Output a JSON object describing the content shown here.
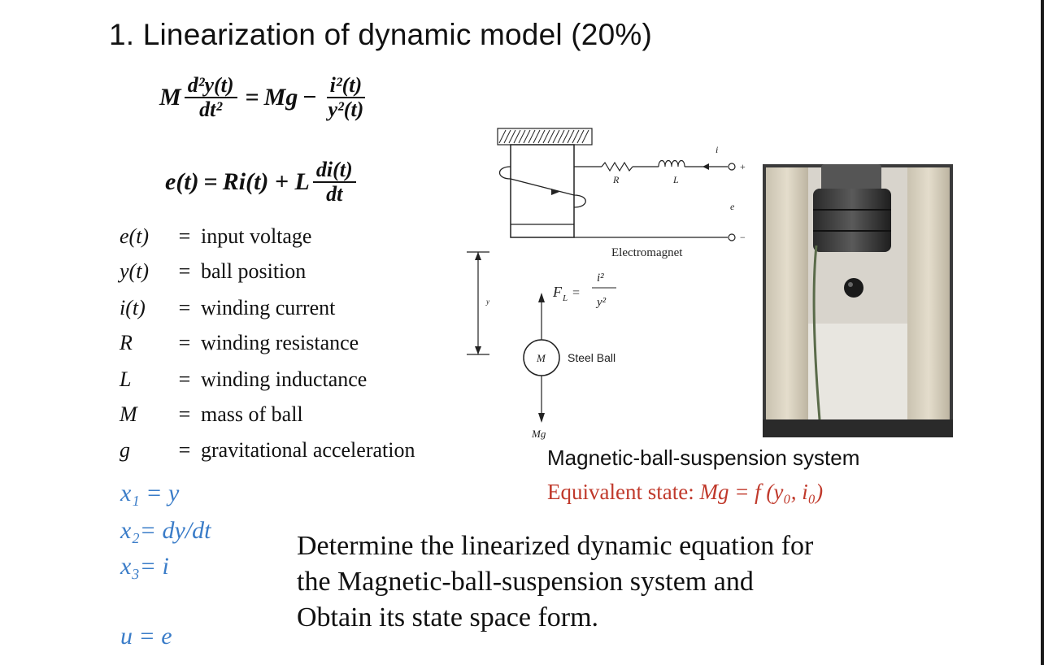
{
  "heading": "1. Linearization of dynamic model (20%)",
  "equation1": {
    "lhs_coef": "M",
    "lhs_num": "d²y(t)",
    "lhs_den": "dt²",
    "equals": "=",
    "rhs_term": "Mg",
    "minus": "−",
    "rhs_num": "i²(t)",
    "rhs_den": "y²(t)"
  },
  "equation2": {
    "lhs": "e(t)",
    "equals": "=",
    "term1": "Ri(t) + L",
    "frac_num": "di(t)",
    "frac_den": "dt"
  },
  "definitions": [
    {
      "symbol": "e(t)",
      "sign": "=",
      "text": "input voltage"
    },
    {
      "symbol": "y(t)",
      "sign": "=",
      "text": "ball position"
    },
    {
      "symbol": "i(t)",
      "sign": "=",
      "text": "winding current"
    },
    {
      "symbol": "R",
      "sign": "=",
      "text": "winding resistance"
    },
    {
      "symbol": "L",
      "sign": "=",
      "text": "winding inductance"
    },
    {
      "symbol": "M",
      "sign": "=",
      "text": "mass of ball"
    },
    {
      "symbol": "g",
      "sign": "=",
      "text": "gravitational acceleration"
    }
  ],
  "state_vars": {
    "x1": "x₁ = y",
    "x2": "x₂= dy/dt",
    "x3": "x₃= i",
    "u": "u = e"
  },
  "diagram": {
    "label_R": "R",
    "label_L": "L",
    "label_i": "i",
    "label_e": "e",
    "label_plus": "+",
    "label_minus": "−",
    "label_electromagnet": "Electromagnet",
    "label_FL": "F",
    "label_FL_sub": "L",
    "label_force_num": "i²",
    "label_force_den": "y²",
    "label_y": "y",
    "label_M": "M",
    "label_steel_ball": "Steel Ball",
    "label_Mg": "Mg"
  },
  "caption": "Magnetic-ball-suspension system",
  "equivalent_state": {
    "prefix": "Equivalent state: ",
    "expr": "Mg = f (y₀, i₀)"
  },
  "task": {
    "line1": "Determine the linearized dynamic equation for",
    "line2": "the Magnetic-ball-suspension system and",
    "line3": "Obtain its state space form."
  },
  "colors": {
    "state_blue": "#3a7cc8",
    "equiv_red": "#c0392b"
  }
}
